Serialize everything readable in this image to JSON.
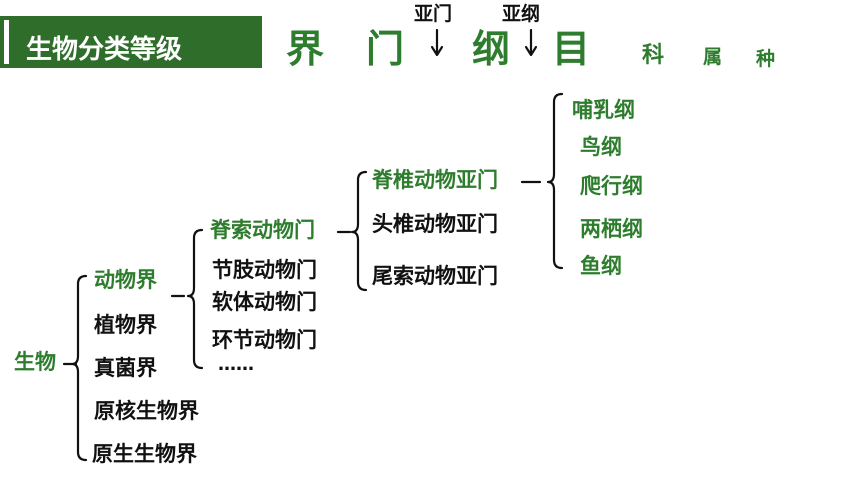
{
  "title": "生物分类等级",
  "ranks": {
    "kingdom": "界",
    "phylum": "门",
    "class": "纲",
    "order": "目",
    "family": "科",
    "genus": "属",
    "species": "种",
    "subphylum": "亚门",
    "subclass": "亚纲"
  },
  "tree": {
    "root": "生物",
    "kingdoms": [
      "动物界",
      "植物界",
      "真菌界",
      "原核生物界",
      "原生生物界"
    ],
    "phyla": [
      "脊索动物门",
      "节肢动物门",
      "软体动物门",
      "环节动物门",
      "……"
    ],
    "subphyla": [
      "脊椎动物亚门",
      "头椎动物亚门",
      "尾索动物亚门"
    ],
    "classes": [
      "哺乳纲",
      "鸟纲",
      "爬行纲",
      "两栖纲",
      "鱼纲"
    ]
  },
  "colors": {
    "title_bg": "#2e6d2a",
    "highlight": "#2e7d2e",
    "normal": "#111111"
  }
}
